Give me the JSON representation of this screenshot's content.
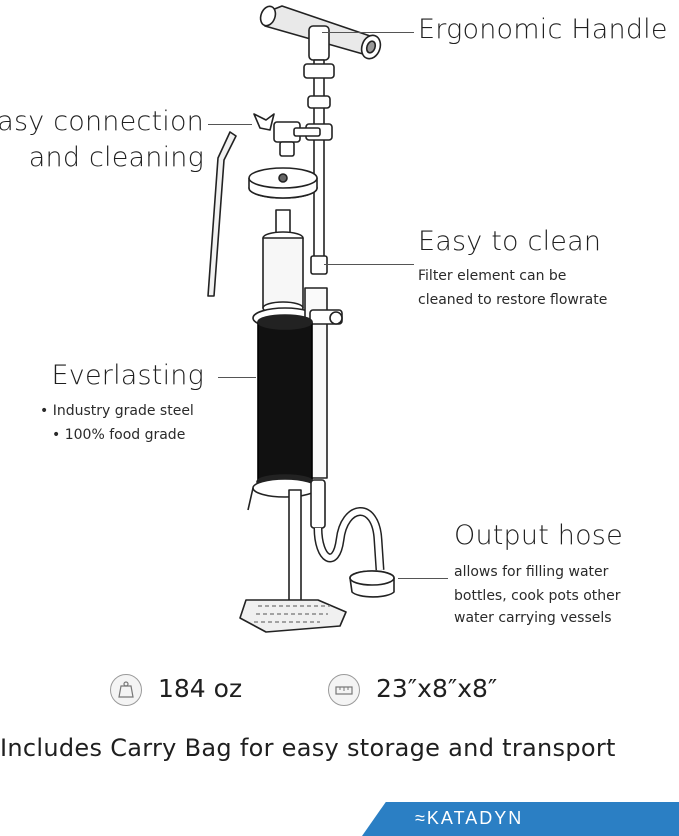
{
  "callouts": {
    "handle": {
      "title": "Ergonomic Handle"
    },
    "connection": {
      "line1": "Easy connection",
      "line2": "and cleaning"
    },
    "clean": {
      "title": "Easy to clean",
      "line1": "Filter element can be",
      "line2": "cleaned to restore flowrate"
    },
    "everlasting": {
      "title": "Everlasting",
      "bullet1": "Industry grade steel",
      "bullet2": "100% food grade"
    },
    "output": {
      "title": "Output hose",
      "line1": "allows for filling water",
      "line2": "bottles, cook pots other",
      "line3": "water carrying vessels"
    }
  },
  "specs": {
    "weight": {
      "icon": "weight-icon",
      "value": "184 oz"
    },
    "dimensions": {
      "icon": "ruler-icon",
      "value": "23″x8″x8″"
    }
  },
  "footer": {
    "text": "Includes Carry Bag for easy storage and transport"
  },
  "brand": {
    "name": "KATADYN",
    "color": "#2b7fc4"
  }
}
